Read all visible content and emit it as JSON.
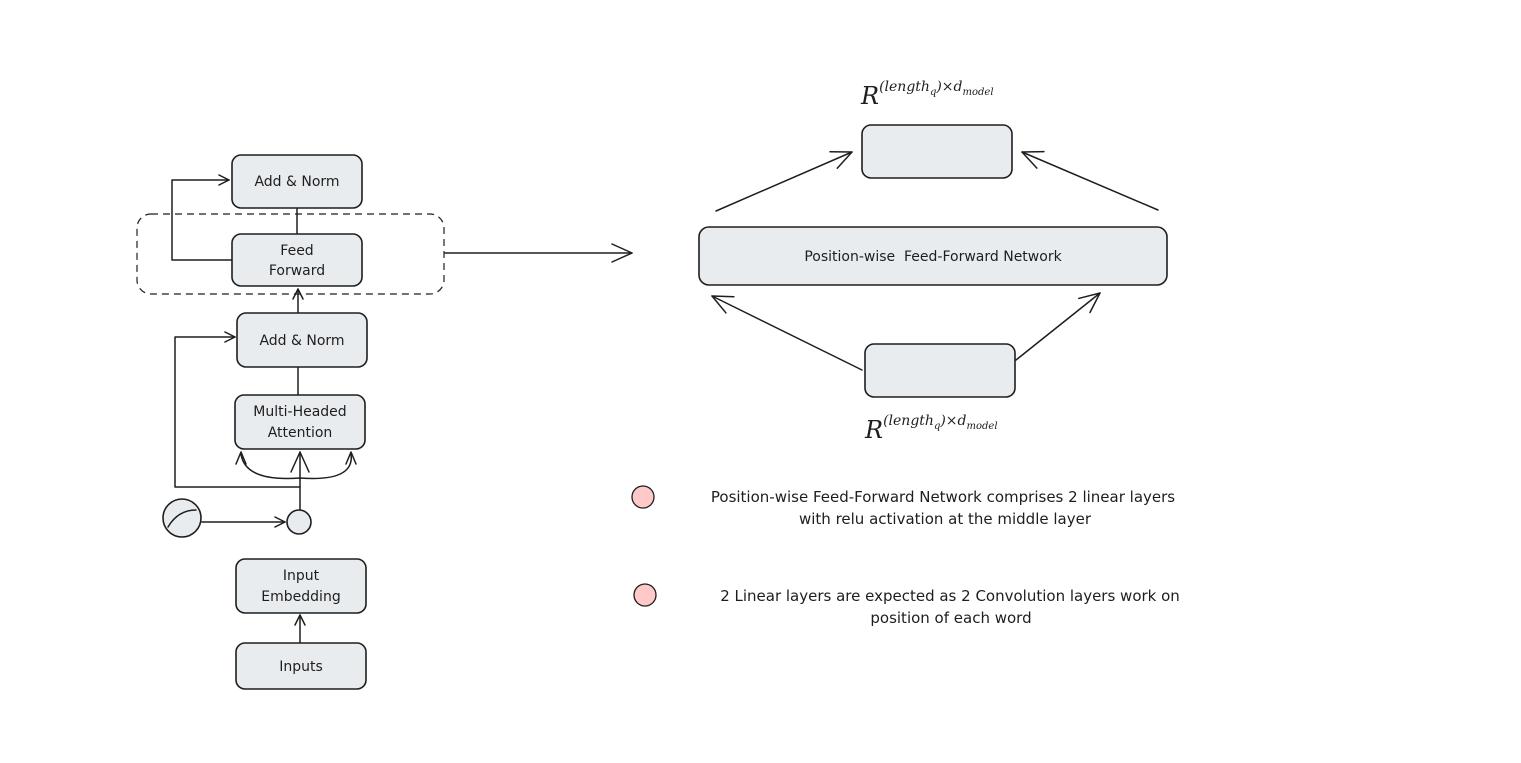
{
  "encoder": {
    "add_norm_top": "Add & Norm",
    "feed_forward": [
      "Feed",
      "Forward"
    ],
    "add_norm_bottom": "Add & Norm",
    "attention": [
      "Multi-Headed",
      "Attention"
    ],
    "input_embedding": [
      "Input",
      "Embedding"
    ],
    "inputs": "Inputs"
  },
  "detail": {
    "network_label": "Position-wise  Feed-Forward Network",
    "output_dim": {
      "base": "R",
      "sup": "(length",
      "sub_q": "q",
      "sup_tail": ")×d",
      "sub_model": "model"
    },
    "input_dim": {
      "base": "R",
      "sup": "(length",
      "sub_q": "q",
      "sup_tail": ")×d",
      "sub_model": "model"
    }
  },
  "notes": [
    {
      "lines": [
        "Position-wise Feed-Forward Network comprises 2 linear layers",
        "with relu activation at the middle layer"
      ],
      "color": "#ffc9c9"
    },
    {
      "lines": [
        "2 Linear layers are expected as 2 Convolution layers work on",
        "position of each word"
      ],
      "color": "#ffc9c9"
    }
  ]
}
